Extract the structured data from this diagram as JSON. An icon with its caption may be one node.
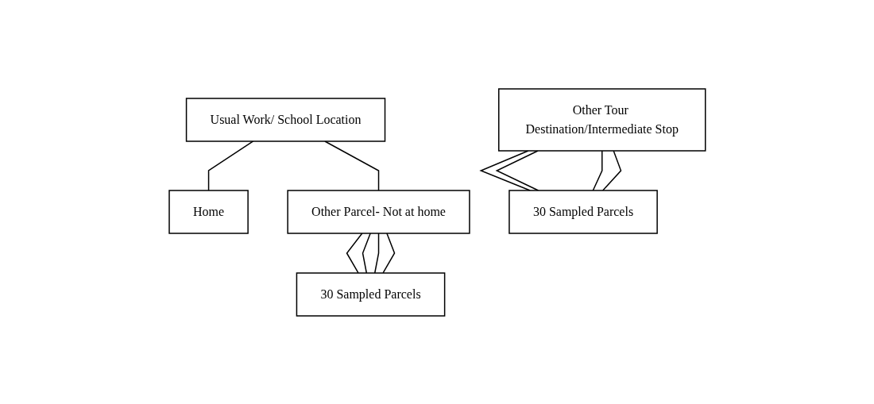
{
  "diagram": {
    "nodes": [
      {
        "text": [
          "Usual Work/ School Location"
        ]
      },
      {
        "text": [
          "Home"
        ]
      },
      {
        "text": [
          "Other Parcel- Not at home"
        ]
      },
      {
        "text": [
          "30 Sampled Parcels"
        ]
      },
      {
        "text": [
          "Other Tour Destination/Intermediate Stop"
        ]
      },
      {
        "text": [
          "30 Sampled Parcels"
        ]
      }
    ],
    "edges": [
      {
        "from": 0,
        "to": 1,
        "arrow": "none"
      },
      {
        "from": 0,
        "to": 2,
        "arrow": "none"
      },
      {
        "from": 2,
        "to": 3,
        "arrow": "none"
      },
      {
        "from": 2,
        "to": 3,
        "arrow": "none"
      },
      {
        "from": 2,
        "to": 3,
        "arrow": "none"
      },
      {
        "from": 2,
        "to": 3,
        "arrow": "none"
      },
      {
        "from": 4,
        "to": 5,
        "arrow": "none"
      },
      {
        "from": 4,
        "to": 5,
        "arrow": "none"
      },
      {
        "from": 4,
        "to": 5,
        "arrow": "none"
      },
      {
        "from": 4,
        "to": 5,
        "arrow": "none"
      }
    ]
  }
}
